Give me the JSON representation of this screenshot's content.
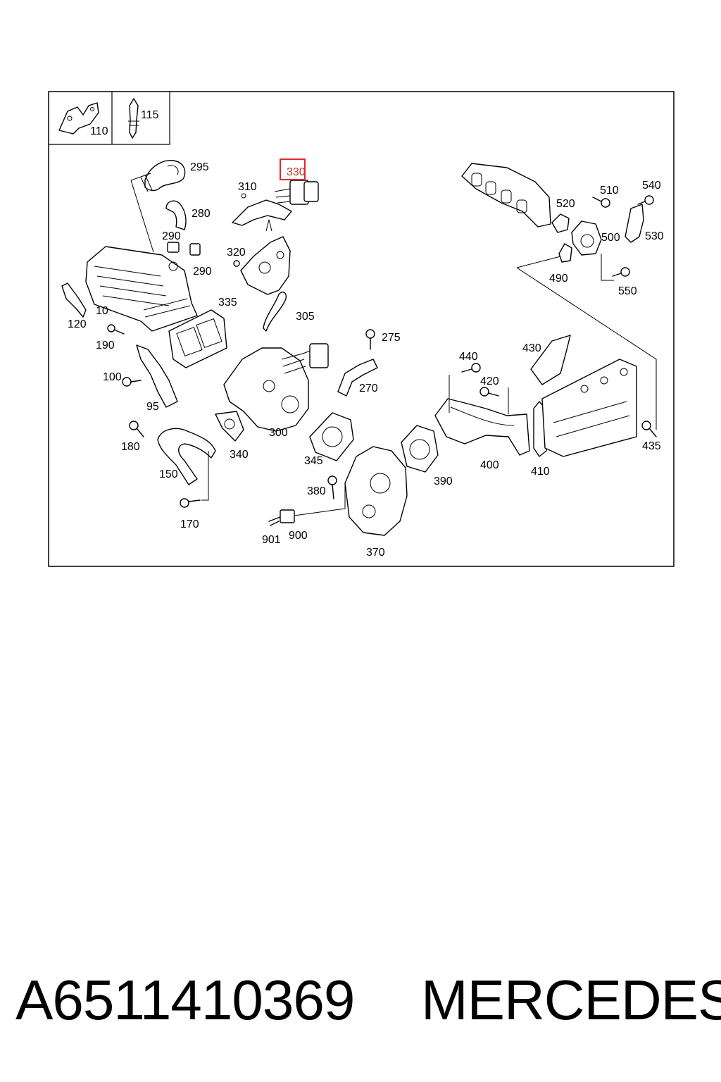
{
  "callouts": {
    "c110": "110",
    "c115": "115",
    "c295": "295",
    "c330": "330",
    "c310": "310",
    "c280": "280",
    "c290a": "290",
    "c290b": "290",
    "c320": "320",
    "c10": "10",
    "c120": "120",
    "c335": "335",
    "c305": "305",
    "c190": "190",
    "c275": "275",
    "c100": "100",
    "c270": "270",
    "c95": "95",
    "c300": "300",
    "c180": "180",
    "c340": "340",
    "c345": "345",
    "c150": "150",
    "c170": "170",
    "c380": "380",
    "c901": "901",
    "c900": "900",
    "c370": "370",
    "c390": "390",
    "c400": "400",
    "c410": "410",
    "c440": "440",
    "c420": "420",
    "c430": "430",
    "c435": "435",
    "c510": "510",
    "c540": "540",
    "c520": "520",
    "c500": "500",
    "c530": "530",
    "c490": "490",
    "c550": "550"
  },
  "highlight": {
    "part": "330",
    "color": "#e0262f"
  },
  "footer": {
    "part_number": "A6511410369",
    "brand": "MERCEDES"
  }
}
